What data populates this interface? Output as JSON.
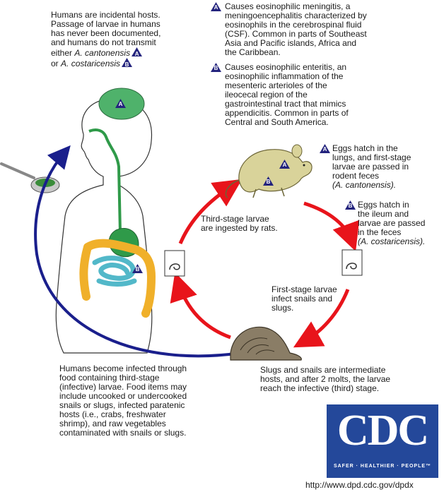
{
  "title": "",
  "labels": {
    "a": "A",
    "b": "B"
  },
  "humans_note": {
    "line1": "Humans are incidental hosts.",
    "line2": "Passage of larvae in humans",
    "line3": "has never been documented,",
    "line4": "and humans do not transmit",
    "line5_prefix": "either ",
    "line5_species": "A. cantonensis",
    "line6_prefix": "or ",
    "line6_species": "A. costaricensis"
  },
  "note_a": {
    "text": "Causes eosinophilic meningitis, a\nmeningoencephalitis characterized by\neosinophils in the cerebrospinal fluid\n(CSF).  Common in parts of Southeast\nAsia and Pacific islands, Africa and\nthe Caribbean."
  },
  "note_b": {
    "text": "Causes eosinophilic enteritis, an\neosinophilic inflammation of the\nmesenteric arterioles of the\nileocecal region of the\ngastrointestinal tract that mimics\nappendicitis.  Common in parts of\nCentral and South America."
  },
  "rat_a_note": {
    "text": "Eggs hatch in the\nlungs, and first-stage\nlarvae are passed in\nrodent feces",
    "species": "(A. cantonensis)."
  },
  "rat_b_note": {
    "text": "Eggs hatch in\nthe ileum and\nlarvae are passed\nin the feces",
    "species": "(A. costaricensis)."
  },
  "third_stage_note": "Third-stage larvae\nare ingested by rats.",
  "first_stage_note": "First-stage larvae\ninfect snails and\nslugs.",
  "intermediate_note": "Slugs and snails are intermediate\nhosts, and after 2 molts, the larvae\nreach the infective (third) stage.",
  "infection_note": "Humans become infected through\nfood containing third-stage\n(infective) larvae.  Food items may\ninclude uncooked or undercooked\nsnails or slugs, infected paratenic\nhosts (i.e., crabs, freshwater\nshrimp), and raw vegetables\ncontaminated with snails or slugs.",
  "logo": {
    "word": "CDC",
    "tagline": "SAFER · HEALTHIER · PEOPLE™"
  },
  "url": "http://www.dpd.cdc.gov/dpdx",
  "colors": {
    "cycle_arrow": "#e8141b",
    "human_arrow": "#1a1f8c",
    "badge": "#23237d",
    "brain": "#4fb26b",
    "stomach": "#2f9a49",
    "colon": "#f0b02a",
    "intestine": "#52b8c9",
    "rat": "#d9d39a",
    "cdc_blue": "#24489a"
  }
}
